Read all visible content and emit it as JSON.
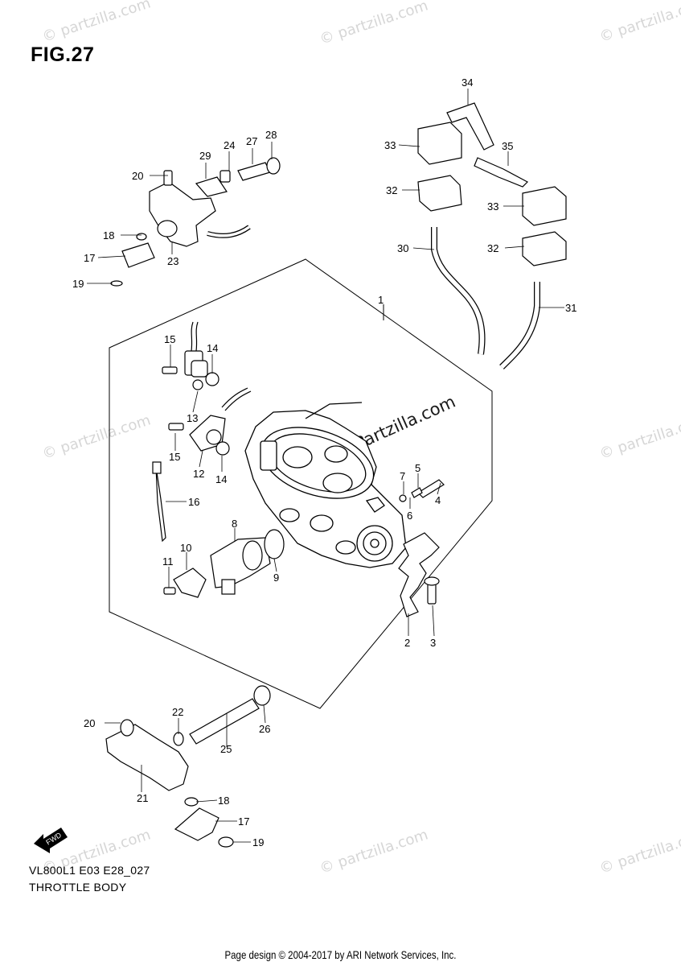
{
  "figure": {
    "title": "FIG.27",
    "model_code": "VL800L1 E03 E28_027",
    "assembly_name": "THROTTLE BODY"
  },
  "watermark": {
    "text": "© partzilla.com",
    "center_text": "© Partzilla.com"
  },
  "fwd_label": "FWD",
  "footer": {
    "copyright": "Page design © 2004-2017 by ARI Network Services, Inc."
  },
  "callouts": {
    "c1": "1",
    "c2": "2",
    "c3": "3",
    "c4": "4",
    "c5": "5",
    "c6": "6",
    "c7": "7",
    "c8": "8",
    "c9": "9",
    "c10": "10",
    "c11": "11",
    "c12": "12",
    "c13": "13",
    "c14a": "14",
    "c14b": "14",
    "c15a": "15",
    "c15b": "15",
    "c16": "16",
    "c17a": "17",
    "c17b": "17",
    "c18a": "18",
    "c18b": "18",
    "c19a": "19",
    "c19b": "19",
    "c20a": "20",
    "c20b": "20",
    "c21": "21",
    "c22": "22",
    "c23": "23",
    "c24": "24",
    "c25": "25",
    "c26": "26",
    "c27": "27",
    "c28": "28",
    "c29": "29",
    "c30": "30",
    "c31": "31",
    "c32a": "32",
    "c32b": "32",
    "c33a": "33",
    "c33b": "33",
    "c34": "34",
    "c35": "35"
  }
}
